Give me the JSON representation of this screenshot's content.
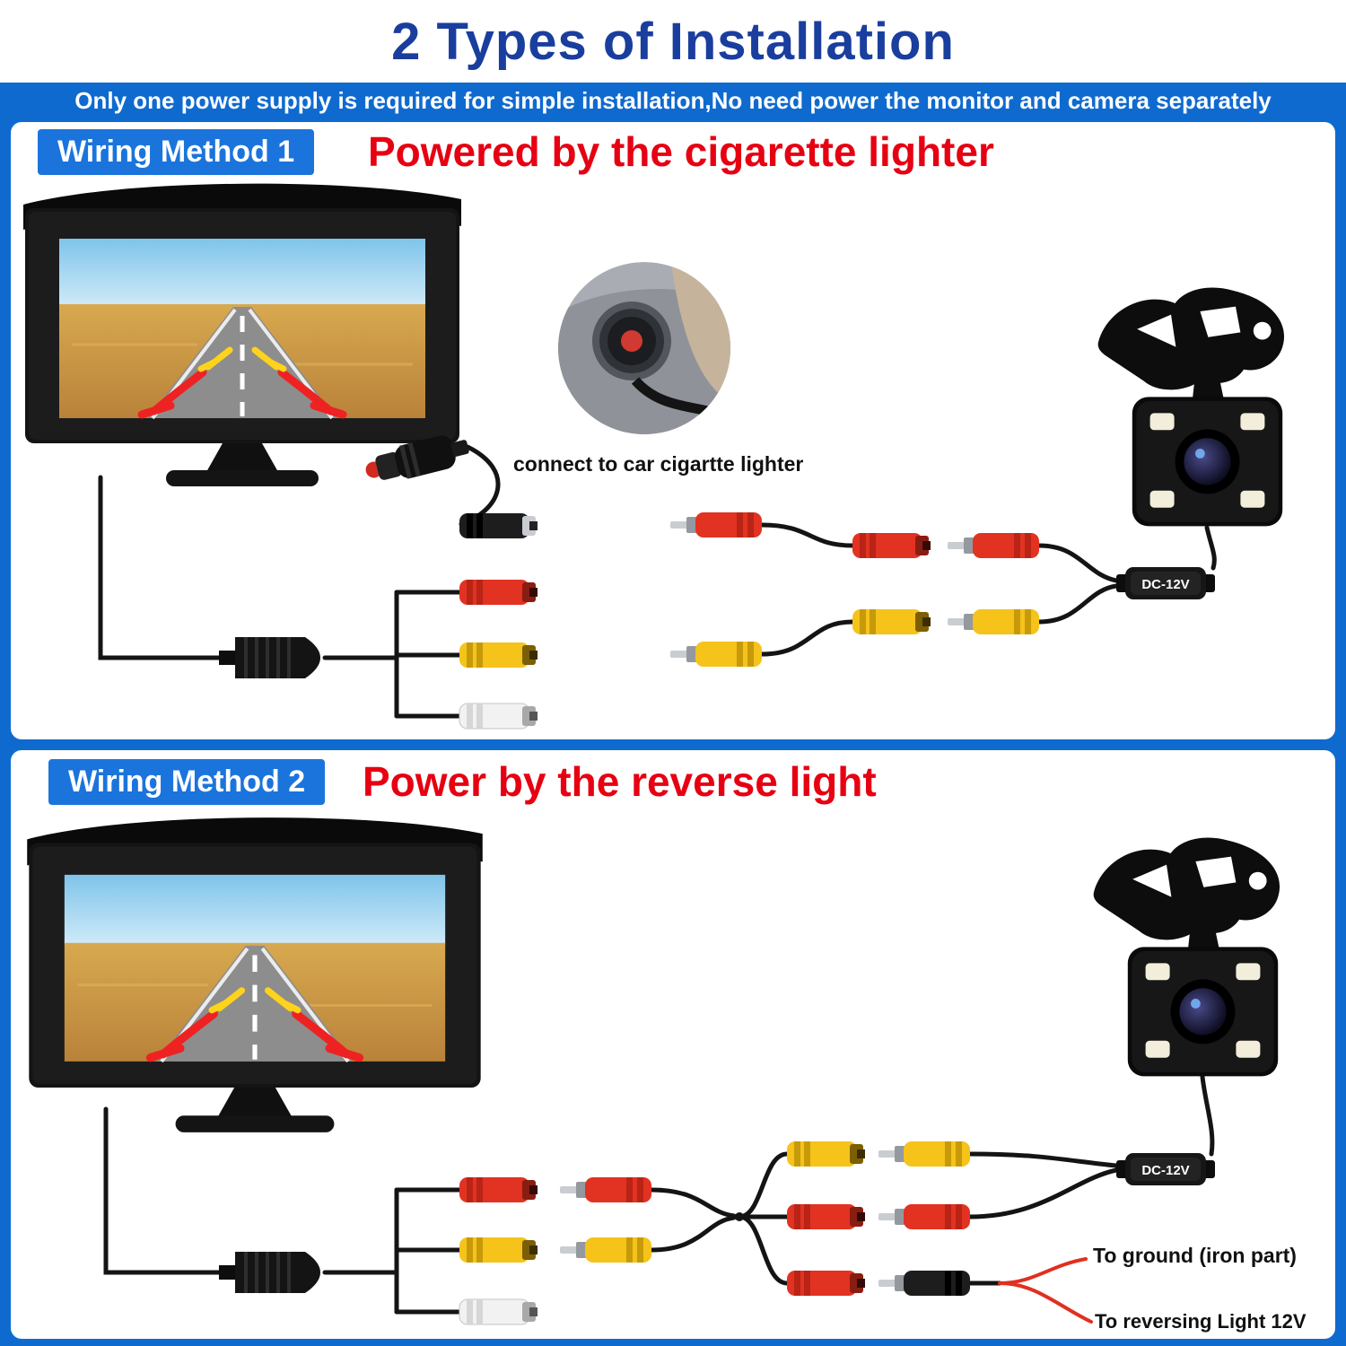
{
  "header": {
    "title": "2 Types of Installation",
    "subtitle": "Only one power supply is required for simple installation,No need power the monitor and camera separately"
  },
  "method1": {
    "badge": "Wiring Method 1",
    "heading": "Powered by the cigarette lighter",
    "lighter_note": "connect to car cigartte lighter",
    "dc_box_label": "DC-12V"
  },
  "method2": {
    "badge": "Wiring Method 2",
    "heading": "Power by the reverse light",
    "dc_box_label": "DC-12V",
    "ground_label": "To ground (iron part)",
    "reverse_label": "To reversing Light 12V"
  },
  "colors": {
    "page_background": "#0f6ad0",
    "title_text": "#1a3e9e",
    "badge_background": "#1b74dc",
    "heading_text": "#e60012",
    "connector_red": "#e23222",
    "connector_yellow": "#f5c31a",
    "connector_white": "#f2f2f2",
    "wire_black": "#141414"
  },
  "illustrations": {
    "monitor": "dashboard-monitor-with-parking-guidelines",
    "camera": "license-plate-backup-camera",
    "plug": "cigarette-lighter-plug",
    "socket_photo": "car-cigarette-lighter-socket",
    "splitter": "harness-splitter-connector",
    "inline_module": "dc-12v-inline-module"
  }
}
